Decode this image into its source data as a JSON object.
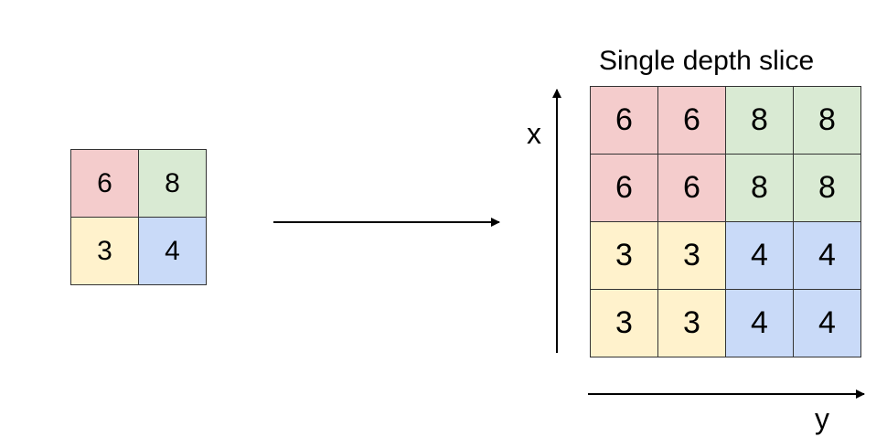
{
  "colors": {
    "red": "#f4cccc",
    "green": "#d9ead3",
    "yellow": "#fff2cc",
    "blue": "#c9daf8"
  },
  "input_grid": {
    "rows": [
      [
        {
          "value": "6",
          "color": "red"
        },
        {
          "value": "8",
          "color": "green"
        }
      ],
      [
        {
          "value": "3",
          "color": "yellow"
        },
        {
          "value": "4",
          "color": "blue"
        }
      ]
    ]
  },
  "output_grid": {
    "title": "Single depth slice",
    "x_label": "x",
    "y_label": "y",
    "rows": [
      [
        {
          "value": "6",
          "color": "red"
        },
        {
          "value": "6",
          "color": "red"
        },
        {
          "value": "8",
          "color": "green"
        },
        {
          "value": "8",
          "color": "green"
        }
      ],
      [
        {
          "value": "6",
          "color": "red"
        },
        {
          "value": "6",
          "color": "red"
        },
        {
          "value": "8",
          "color": "green"
        },
        {
          "value": "8",
          "color": "green"
        }
      ],
      [
        {
          "value": "3",
          "color": "yellow"
        },
        {
          "value": "3",
          "color": "yellow"
        },
        {
          "value": "4",
          "color": "blue"
        },
        {
          "value": "4",
          "color": "blue"
        }
      ],
      [
        {
          "value": "3",
          "color": "yellow"
        },
        {
          "value": "3",
          "color": "yellow"
        },
        {
          "value": "4",
          "color": "blue"
        },
        {
          "value": "4",
          "color": "blue"
        }
      ]
    ]
  }
}
